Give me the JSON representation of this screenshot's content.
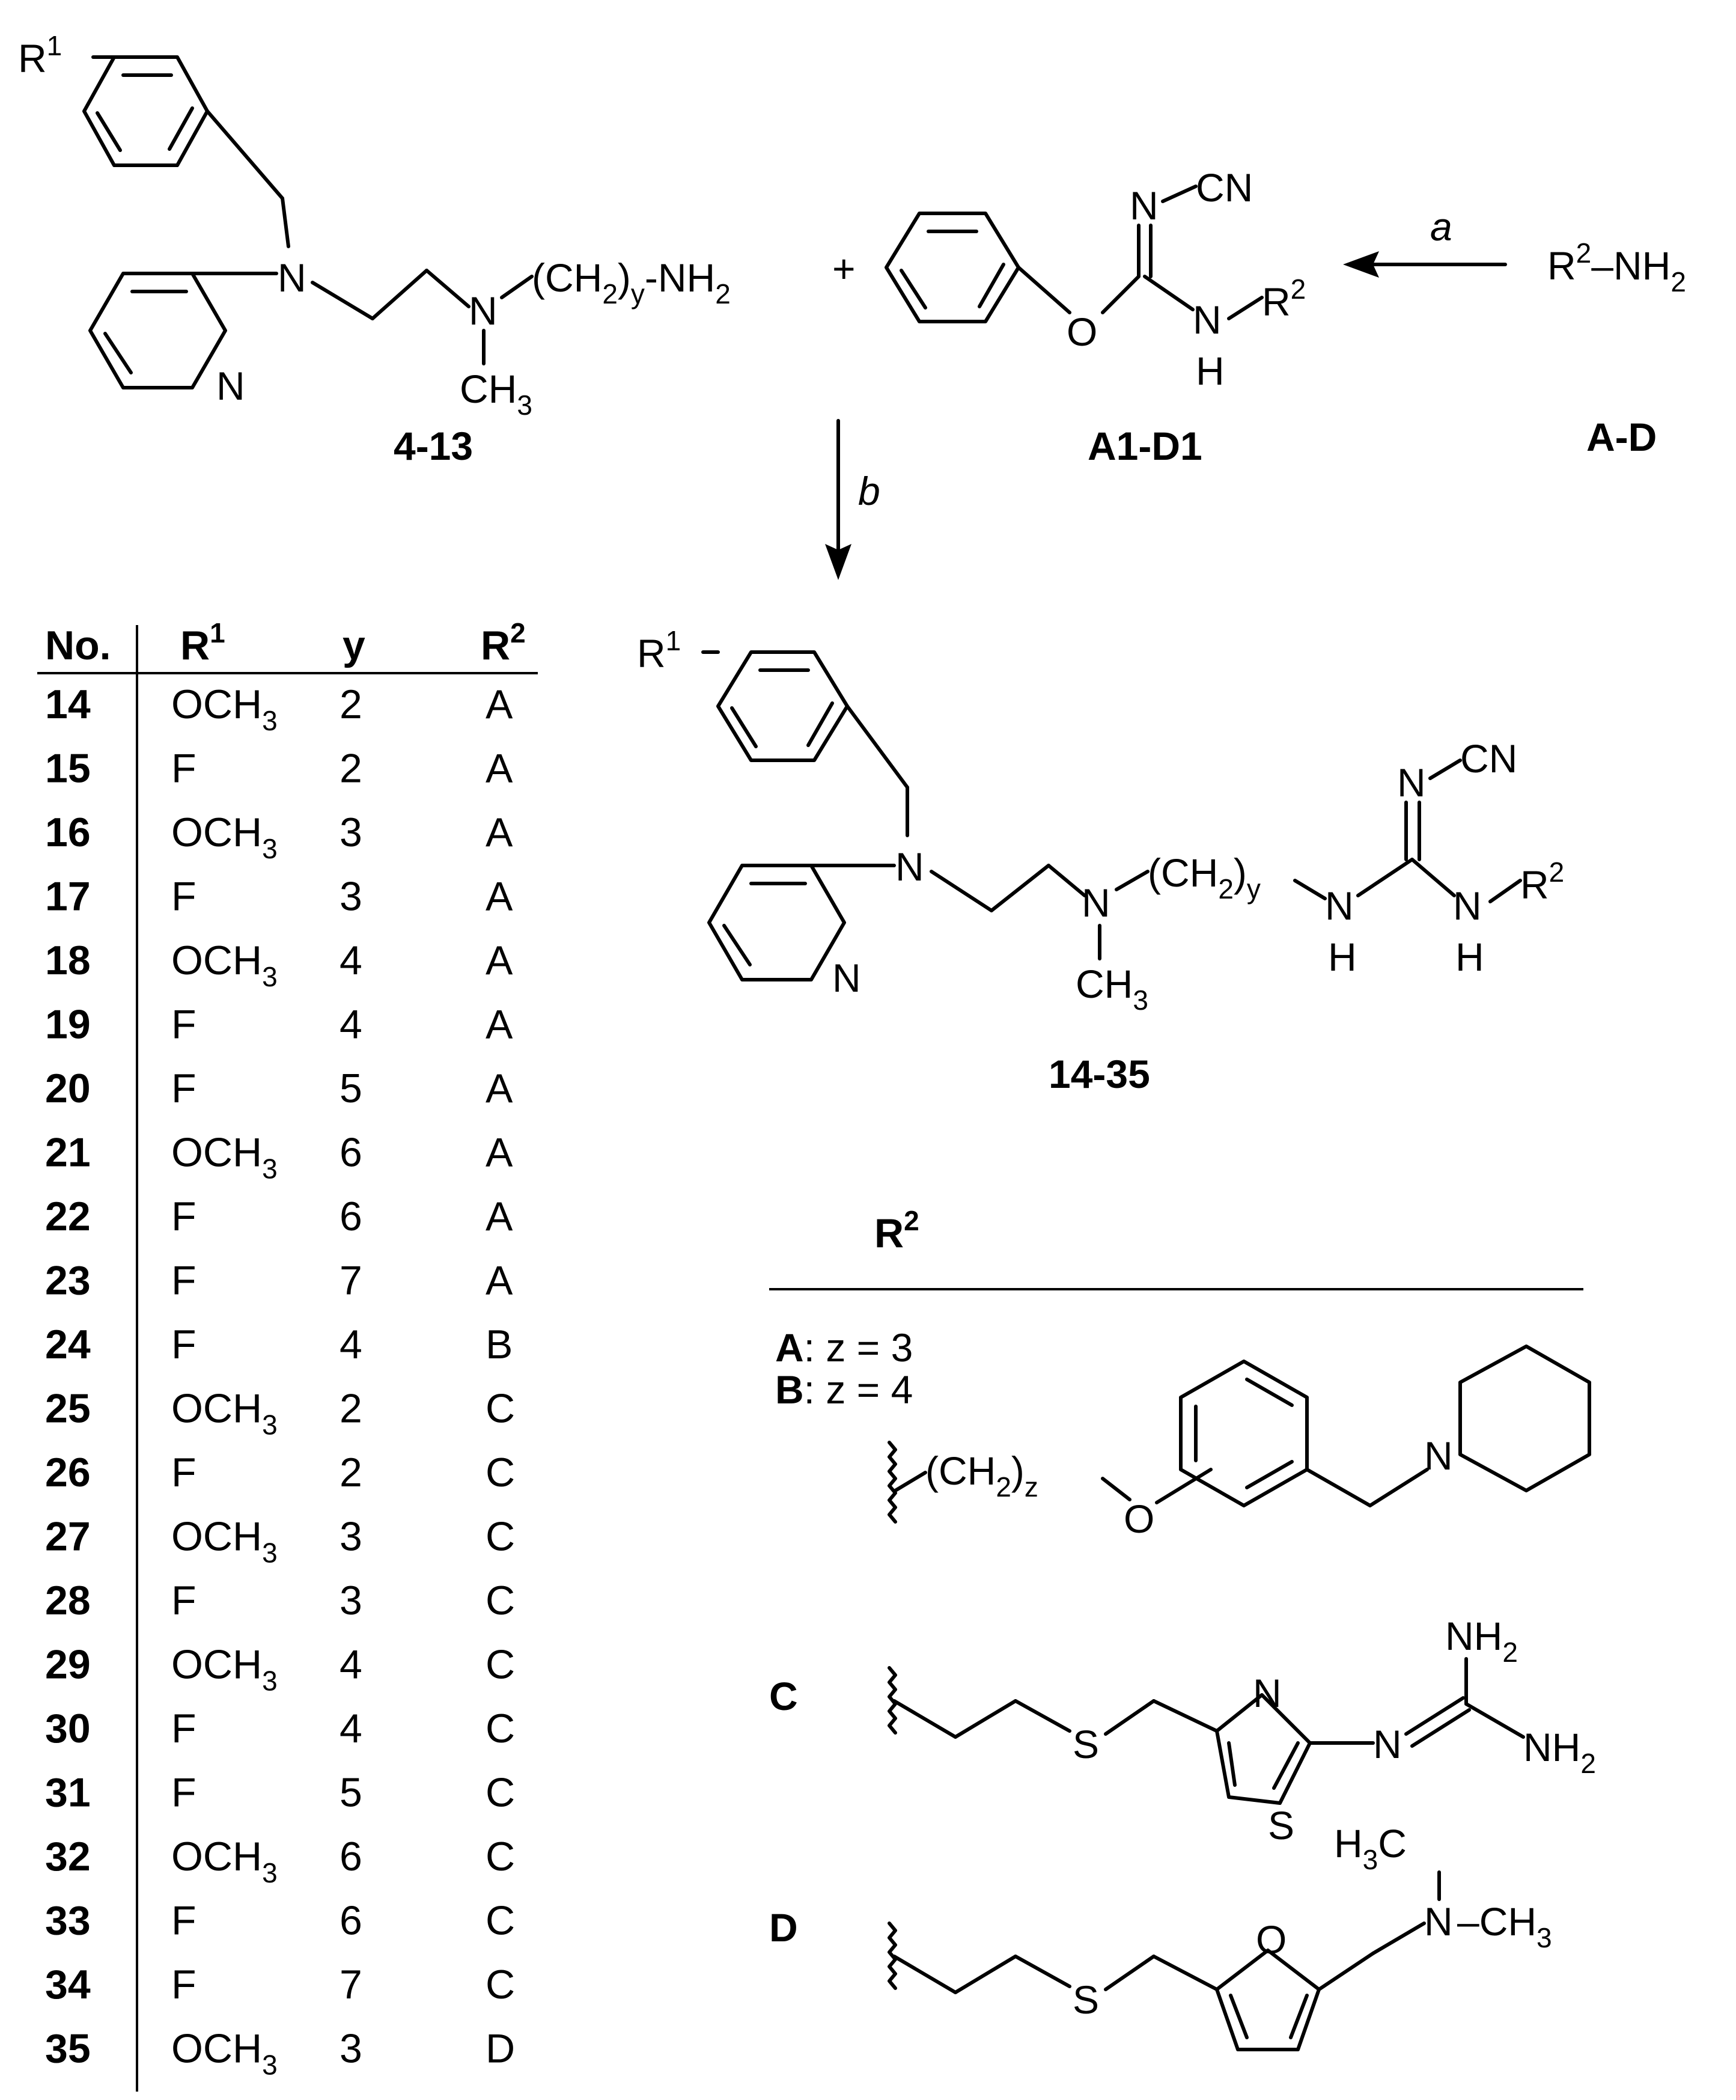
{
  "reactants": {
    "amine": {
      "label": "4-13",
      "r1": "R",
      "r1_sup": "1",
      "n": "N",
      "chain_pre": "(CH",
      "chain_sub2": "2",
      "chain_close": ")",
      "chain_y": "y",
      "chain_post": "-NH",
      "chain_nh2_sub": "2",
      "ch3": "CH",
      "ch3_sub": "3"
    },
    "plus": "+",
    "isourea": {
      "label": "A1-D1",
      "cn": "CN",
      "n": "N",
      "o": "O",
      "nh": "N",
      "h": "H",
      "r2": "R",
      "r2_sup": "2"
    },
    "primary_amine": {
      "label": "A-D",
      "r2": "R",
      "r2_sup": "2",
      "nh2": "–NH",
      "nh2_sub": "2"
    }
  },
  "steps": {
    "a": "a",
    "b": "b"
  },
  "product": {
    "label": "14-35",
    "r1": "R",
    "r1_sup": "1",
    "n": "N",
    "ch2": "(CH",
    "ch2_sub": "2",
    "ch2_close": ")",
    "y": "y",
    "nh": "N",
    "h": "H",
    "cn": "CN",
    "r2": "R",
    "r2_sup": "2",
    "ch3": "CH",
    "ch3_sub": "3"
  },
  "table": {
    "headers": {
      "no": "No.",
      "r1": "R",
      "r1_sup": "1",
      "y": "y",
      "r2": "R",
      "r2_sup": "2"
    },
    "rows": [
      {
        "no": "14",
        "r1": "OCH",
        "sub": "3",
        "y": "2",
        "r2": "A"
      },
      {
        "no": "15",
        "r1": "F",
        "sub": "",
        "y": "2",
        "r2": "A"
      },
      {
        "no": "16",
        "r1": "OCH",
        "sub": "3",
        "y": "3",
        "r2": "A"
      },
      {
        "no": "17",
        "r1": "F",
        "sub": "",
        "y": "3",
        "r2": "A"
      },
      {
        "no": "18",
        "r1": "OCH",
        "sub": "3",
        "y": "4",
        "r2": "A"
      },
      {
        "no": "19",
        "r1": "F",
        "sub": "",
        "y": "4",
        "r2": "A"
      },
      {
        "no": "20",
        "r1": "F",
        "sub": "",
        "y": "5",
        "r2": "A"
      },
      {
        "no": "21",
        "r1": "OCH",
        "sub": "3",
        "y": "6",
        "r2": "A"
      },
      {
        "no": "22",
        "r1": "F",
        "sub": "",
        "y": "6",
        "r2": "A"
      },
      {
        "no": "23",
        "r1": "F",
        "sub": "",
        "y": "7",
        "r2": "A"
      },
      {
        "no": "24",
        "r1": "F",
        "sub": "",
        "y": "4",
        "r2": "B"
      },
      {
        "no": "25",
        "r1": "OCH",
        "sub": "3",
        "y": "2",
        "r2": "C"
      },
      {
        "no": "26",
        "r1": "F",
        "sub": "",
        "y": "2",
        "r2": "C"
      },
      {
        "no": "27",
        "r1": "OCH",
        "sub": "3",
        "y": "3",
        "r2": "C"
      },
      {
        "no": "28",
        "r1": "F",
        "sub": "",
        "y": "3",
        "r2": "C"
      },
      {
        "no": "29",
        "r1": "OCH",
        "sub": "3",
        "y": "4",
        "r2": "C"
      },
      {
        "no": "30",
        "r1": "F",
        "sub": "",
        "y": "4",
        "r2": "C"
      },
      {
        "no": "31",
        "r1": "F",
        "sub": "",
        "y": "5",
        "r2": "C"
      },
      {
        "no": "32",
        "r1": "OCH",
        "sub": "3",
        "y": "6",
        "r2": "C"
      },
      {
        "no": "33",
        "r1": "F",
        "sub": "",
        "y": "6",
        "r2": "C"
      },
      {
        "no": "34",
        "r1": "F",
        "sub": "",
        "y": "7",
        "r2": "C"
      },
      {
        "no": "35",
        "r1": "OCH",
        "sub": "3",
        "y": "3",
        "r2": "D"
      }
    ]
  },
  "r2_legend": {
    "title": "R",
    "title_sup": "2",
    "a": {
      "letter": "A",
      "text": ": z = 3"
    },
    "b": {
      "letter": "B",
      "text": ": z = 4"
    },
    "ab_chain": "(CH",
    "ab_sub": "2",
    "ab_close": ")",
    "ab_z": "z",
    "ab_o": "O",
    "ab_n": "N",
    "c": {
      "letter": "C",
      "s": "S",
      "n_ring": "N",
      "s_ring": "S",
      "n_eq": "N",
      "nh2_top": "NH",
      "nh2_bot": "NH",
      "sub": "2"
    },
    "d": {
      "letter": "D",
      "s": "S",
      "o": "O",
      "n": "N",
      "h3c": "H",
      "h3c_sub": "3",
      "h3c_c": "C",
      "ch3": "–CH",
      "ch3_sub": "3"
    }
  }
}
